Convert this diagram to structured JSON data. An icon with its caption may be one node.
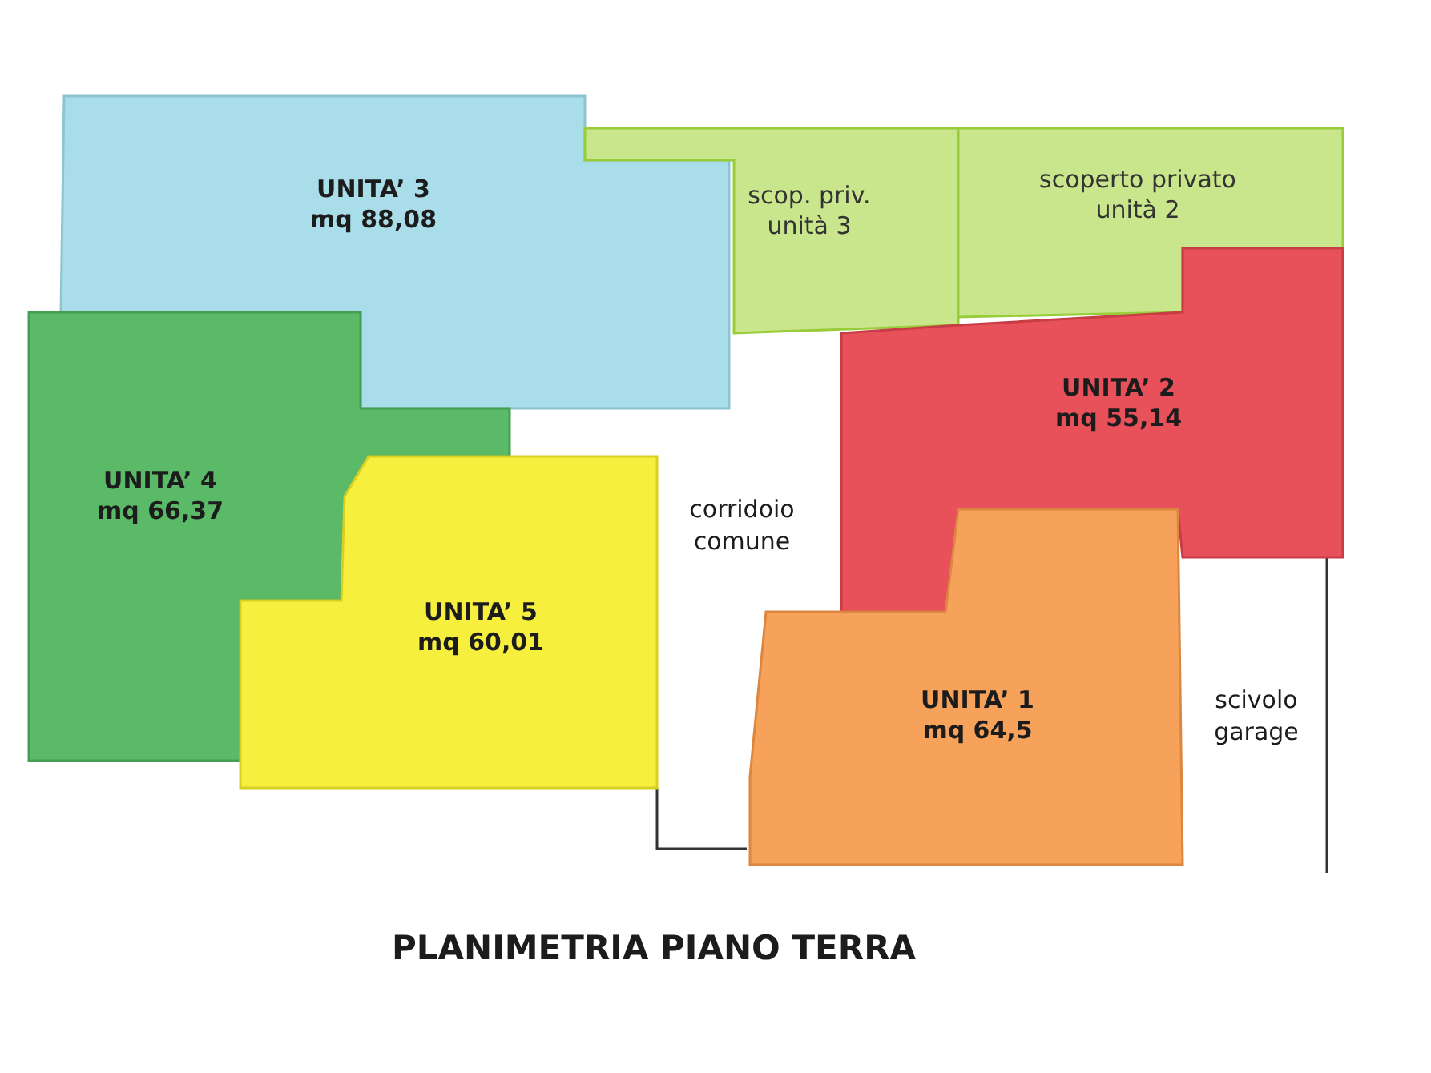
{
  "diagram": {
    "title": "PLANIMETRIA PIANO TERRA",
    "nodes": [
      {
        "text": [
          "UNITA’ 3",
          "mq 88,08"
        ]
      },
      {
        "text": [
          "scop. priv.",
          "unità 3"
        ]
      },
      {
        "text": [
          "scoperto privato",
          "unità 2"
        ]
      },
      {
        "text": [
          "UNITA’ 2",
          "mq 55,14"
        ]
      },
      {
        "text": [
          "UNITA’ 4",
          "mq 66,37"
        ]
      },
      {
        "text": [
          "UNITA’ 5",
          "mq 60,01"
        ]
      },
      {
        "text": [
          "UNITA’ 1",
          "mq 64,5"
        ]
      }
    ],
    "labels": [
      "corridoio comune",
      "scivolo garage"
    ]
  }
}
